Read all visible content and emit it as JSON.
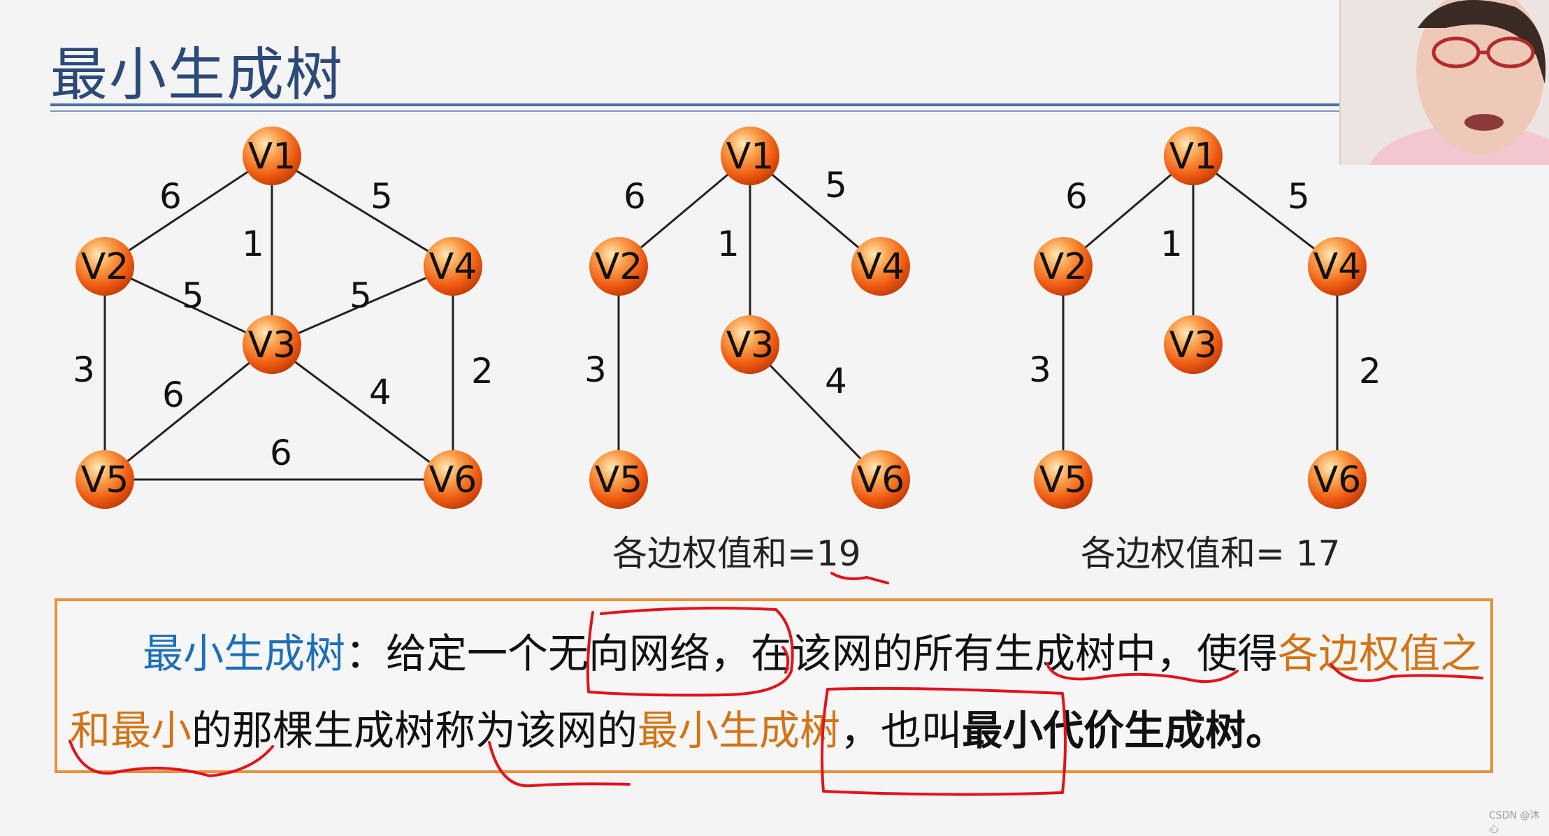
{
  "slide": {
    "title": "最小生成树"
  },
  "graphs": [
    {
      "id": "original",
      "nodes": [
        "V1",
        "V2",
        "V3",
        "V4",
        "V5",
        "V6"
      ],
      "edges": [
        {
          "from": "V1",
          "to": "V2",
          "weight": "6"
        },
        {
          "from": "V1",
          "to": "V3",
          "weight": "1"
        },
        {
          "from": "V1",
          "to": "V4",
          "weight": "5"
        },
        {
          "from": "V2",
          "to": "V3",
          "weight": "5"
        },
        {
          "from": "V3",
          "to": "V4",
          "weight": "5"
        },
        {
          "from": "V2",
          "to": "V5",
          "weight": "3"
        },
        {
          "from": "V4",
          "to": "V6",
          "weight": "2"
        },
        {
          "from": "V3",
          "to": "V5",
          "weight": "6"
        },
        {
          "from": "V3",
          "to": "V6",
          "weight": "4"
        },
        {
          "from": "V5",
          "to": "V6",
          "weight": "6"
        }
      ]
    },
    {
      "id": "tree-a",
      "nodes": [
        "V1",
        "V2",
        "V3",
        "V4",
        "V5",
        "V6"
      ],
      "edges": [
        {
          "from": "V1",
          "to": "V2",
          "weight": "6"
        },
        {
          "from": "V1",
          "to": "V3",
          "weight": "1"
        },
        {
          "from": "V1",
          "to": "V4",
          "weight": "5"
        },
        {
          "from": "V2",
          "to": "V5",
          "weight": "3"
        },
        {
          "from": "V3",
          "to": "V6",
          "weight": "4"
        }
      ],
      "sum_label": "各边权值和=19"
    },
    {
      "id": "tree-b",
      "nodes": [
        "V1",
        "V2",
        "V3",
        "V4",
        "V5",
        "V6"
      ],
      "edges": [
        {
          "from": "V1",
          "to": "V2",
          "weight": "6"
        },
        {
          "from": "V1",
          "to": "V3",
          "weight": "1"
        },
        {
          "from": "V1",
          "to": "V4",
          "weight": "5"
        },
        {
          "from": "V2",
          "to": "V5",
          "weight": "3"
        },
        {
          "from": "V4",
          "to": "V6",
          "weight": "2"
        }
      ],
      "sum_label": "各边权值和= 17"
    }
  ],
  "definition": {
    "term": "最小生成树",
    "colon": "：",
    "part1": "给定一个无向网络，在该网的所有生成树中，使得",
    "highlight1a": "各边",
    "highlight1b": "权值之和最小",
    "part2": "的那棵生成树称为该网的",
    "highlight2": "最小生成树",
    "part3": "，也叫",
    "bold_term": "最小代价生成树。"
  },
  "watermark": "CSDN @沐心"
}
